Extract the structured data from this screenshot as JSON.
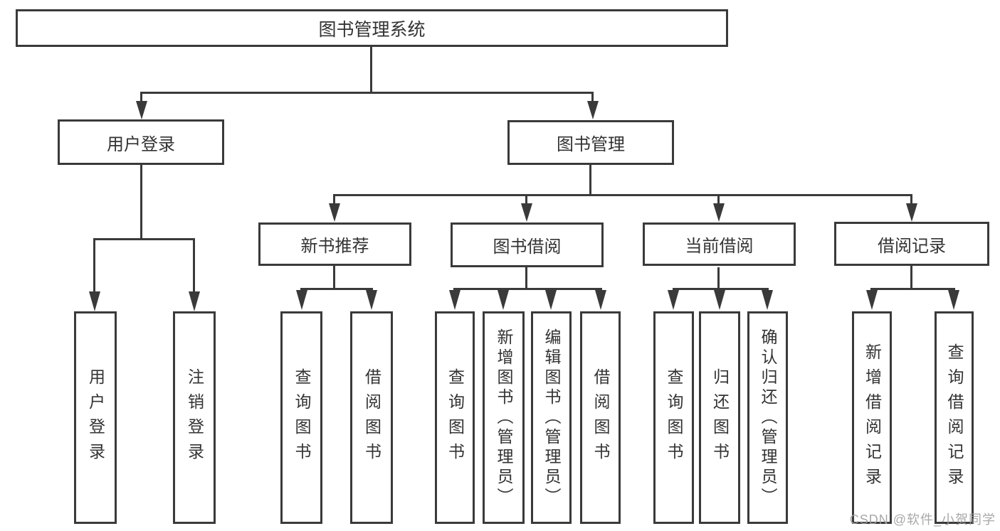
{
  "diagram": {
    "title": "图书管理系统",
    "root": "图书管理系统",
    "branches": [
      {
        "label": "用户登录",
        "children": [
          "用户登录",
          "注销登录"
        ]
      },
      {
        "label": "图书管理",
        "sections": [
          {
            "label": "新书推荐",
            "children": [
              "查询图书",
              "借阅图书"
            ]
          },
          {
            "label": "图书借阅",
            "children": [
              "查询图书",
              "新增图书（管理员）",
              "编辑图书（管理员）",
              "借阅图书"
            ]
          },
          {
            "label": "当前借阅",
            "children": [
              "查询图书",
              "归还图书",
              "确认归还（管理员）"
            ]
          },
          {
            "label": "借阅记录",
            "children": [
              "新增借阅记录",
              "查询借阅记录"
            ]
          }
        ]
      }
    ],
    "colors": {
      "line": "#3a3a3a",
      "text": "#333333",
      "background": "#ffffff",
      "watermark": "#9e9e9e"
    }
  },
  "watermark": "CSDN @软件_小贺同学"
}
